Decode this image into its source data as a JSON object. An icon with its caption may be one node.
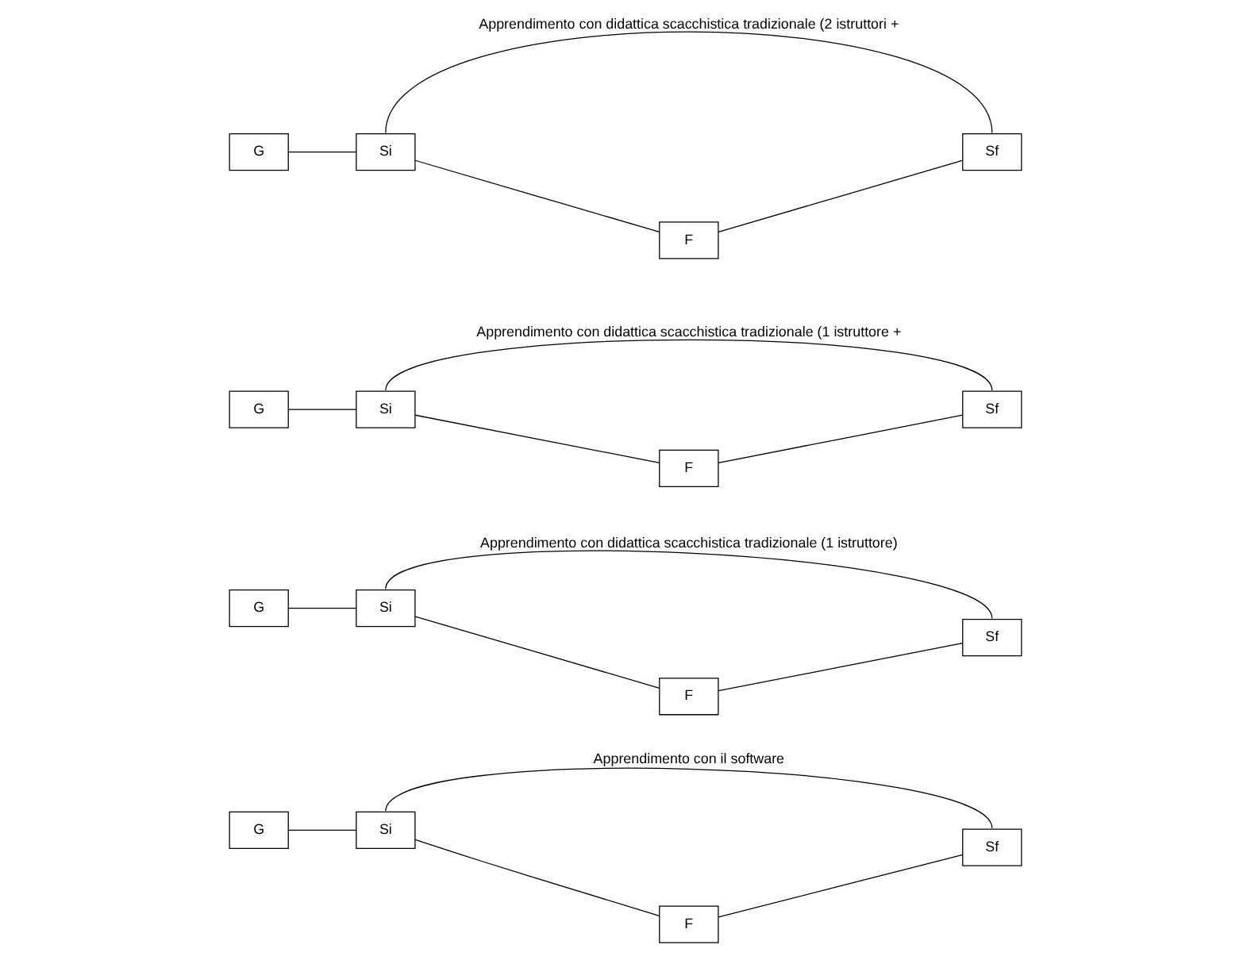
{
  "diagram": {
    "nodes": [
      {
        "text": [
          "G"
        ]
      },
      {
        "text": [
          "Si"
        ]
      },
      {
        "text": [
          "F"
        ]
      },
      {
        "text": [
          "Sf"
        ]
      },
      {
        "text": [
          "G"
        ]
      },
      {
        "text": [
          "Si"
        ]
      },
      {
        "text": [
          "F"
        ]
      },
      {
        "text": [
          "Sf"
        ]
      },
      {
        "text": [
          "G"
        ]
      },
      {
        "text": [
          "Si"
        ]
      },
      {
        "text": [
          "F"
        ]
      },
      {
        "text": [
          "Sf"
        ]
      },
      {
        "text": [
          "G"
        ]
      },
      {
        "text": [
          "Si"
        ]
      },
      {
        "text": [
          "F"
        ]
      },
      {
        "text": [
          "Sf"
        ]
      }
    ],
    "edges": [
      {
        "from": 0,
        "to": 1,
        "arrow": "none"
      },
      {
        "from": 1,
        "to": 2,
        "arrow": "none"
      },
      {
        "from": 2,
        "to": 3,
        "arrow": "none"
      },
      {
        "from": 1,
        "to": 3,
        "arrow": "none",
        "label": "Apprendimento con il software"
      },
      {
        "from": 4,
        "to": 5,
        "arrow": "none"
      },
      {
        "from": 5,
        "to": 6,
        "arrow": "none"
      },
      {
        "from": 6,
        "to": 7,
        "arrow": "none"
      },
      {
        "from": 5,
        "to": 7,
        "arrow": "none",
        "label": "Apprendimento con didattica scacchistica tradizionale (1 istruttore)"
      },
      {
        "from": 8,
        "to": 9,
        "arrow": "none"
      },
      {
        "from": 9,
        "to": 10,
        "arrow": "none"
      },
      {
        "from": 10,
        "to": 11,
        "arrow": "none"
      },
      {
        "from": 9,
        "to": 11,
        "arrow": "none",
        "label": "Apprendimento con didattica scacchistica tradizionale (1 istruttore +"
      },
      {
        "from": 12,
        "to": 13,
        "arrow": "none"
      },
      {
        "from": 13,
        "to": 14,
        "arrow": "none"
      },
      {
        "from": 14,
        "to": 15,
        "arrow": "none"
      },
      {
        "from": 13,
        "to": 15,
        "arrow": "none",
        "label": "Apprendimento con didattica scacchistica tradizionale (2 istruttori +"
      }
    ]
  }
}
